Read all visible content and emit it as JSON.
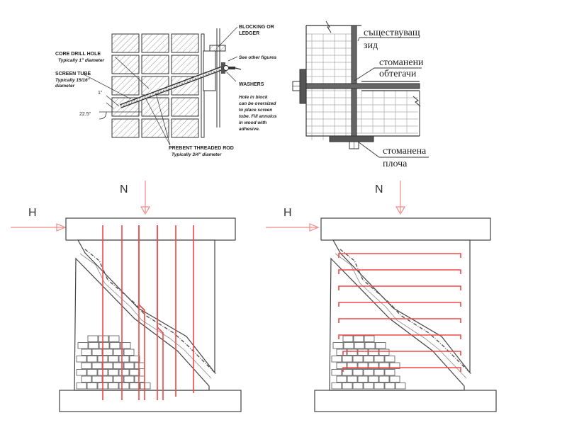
{
  "top_left": {
    "labels": {
      "core_drill_hole": "CORE DRILL HOLE",
      "core_drill_hole_note": "Typically 1\" diameter",
      "screen_tube": "SCREEN TUBE",
      "screen_tube_note_1": "Typically 15/16\"",
      "screen_tube_note_2": "diameter",
      "offset_dim": "1\"",
      "angle_dim": "22.5°",
      "blocking_1": "BLOCKING OR",
      "blocking_2": "LEDGER",
      "see_other": "See other figures",
      "washers": "WASHERS",
      "hole_note_1": "Hole in block",
      "hole_note_2": "can be oversized",
      "hole_note_3": "to place screen",
      "hole_note_4": "tube. Fill annulus",
      "hole_note_5": "in wood with",
      "hole_note_6": "adhesive.",
      "rod": "PREBENT THREADED ROD",
      "rod_note": "Typically 3/4\" diameter"
    }
  },
  "top_right": {
    "labels": {
      "existing_wall_1": "съществуващ",
      "existing_wall_2": "зид",
      "steel_ties_1": "стоманени",
      "steel_ties_2": "обтегачи",
      "steel_plate_1": "стоманена",
      "steel_plate_2": "плоча"
    }
  },
  "bottom_left": {
    "force_n": "N",
    "force_h": "H"
  },
  "bottom_right": {
    "force_n": "N",
    "force_h": "H"
  },
  "colors": {
    "line": "#333333",
    "reinforcement": "#f04848",
    "arrow": "#f08a8a",
    "hatch": "#555555"
  }
}
